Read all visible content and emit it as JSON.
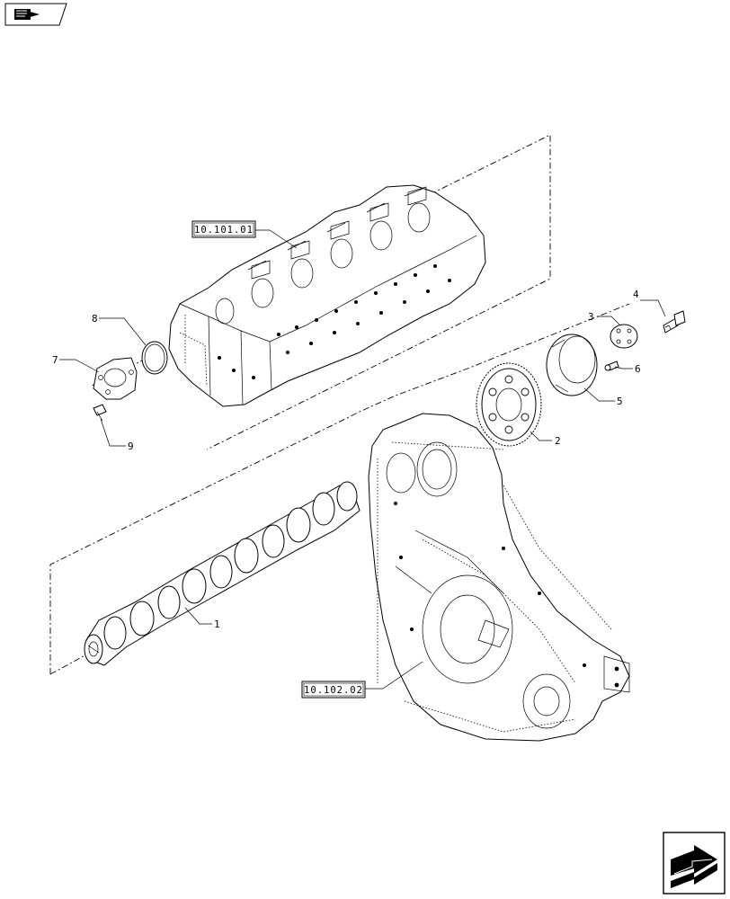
{
  "callouts": {
    "n1": "1",
    "n2": "2",
    "n3": "3",
    "n4": "4",
    "n5": "5",
    "n6": "6",
    "n7": "7",
    "n8": "8",
    "n9": "9"
  },
  "references": {
    "cylinder_head": "10.101.01",
    "timing_case": "10.102.02"
  },
  "icons": {
    "top_left": "book-icon",
    "bottom_right": "next-page-arrow-icon"
  },
  "colors": {
    "line": "#000000",
    "background": "#ffffff"
  }
}
